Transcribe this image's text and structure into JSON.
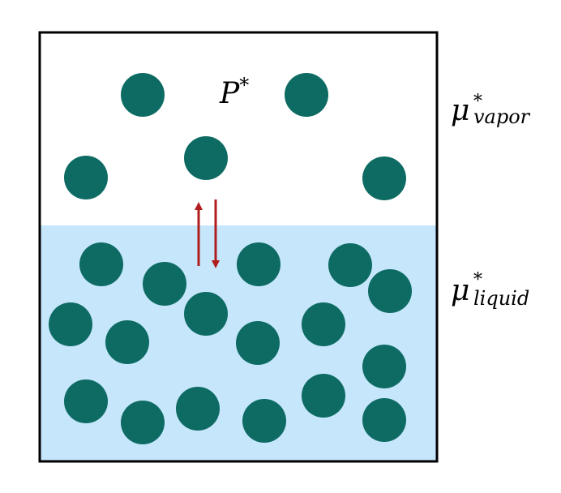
{
  "labels": {
    "pressure": {
      "base": "P",
      "sup": "*"
    },
    "vapor": {
      "base": "μ",
      "sup": "*",
      "sub": "vapor"
    },
    "liquid": {
      "base": "μ",
      "sup": "*",
      "sub": "liquid"
    }
  },
  "colors": {
    "molecule": "#0e6b63",
    "liquid_fill": "#c5e6fb",
    "container_border": "#000000",
    "arrow": "#b01d1d",
    "background": "#ffffff"
  },
  "arrows": [
    "evaporation-arrow-up",
    "condensation-arrow-down"
  ]
}
